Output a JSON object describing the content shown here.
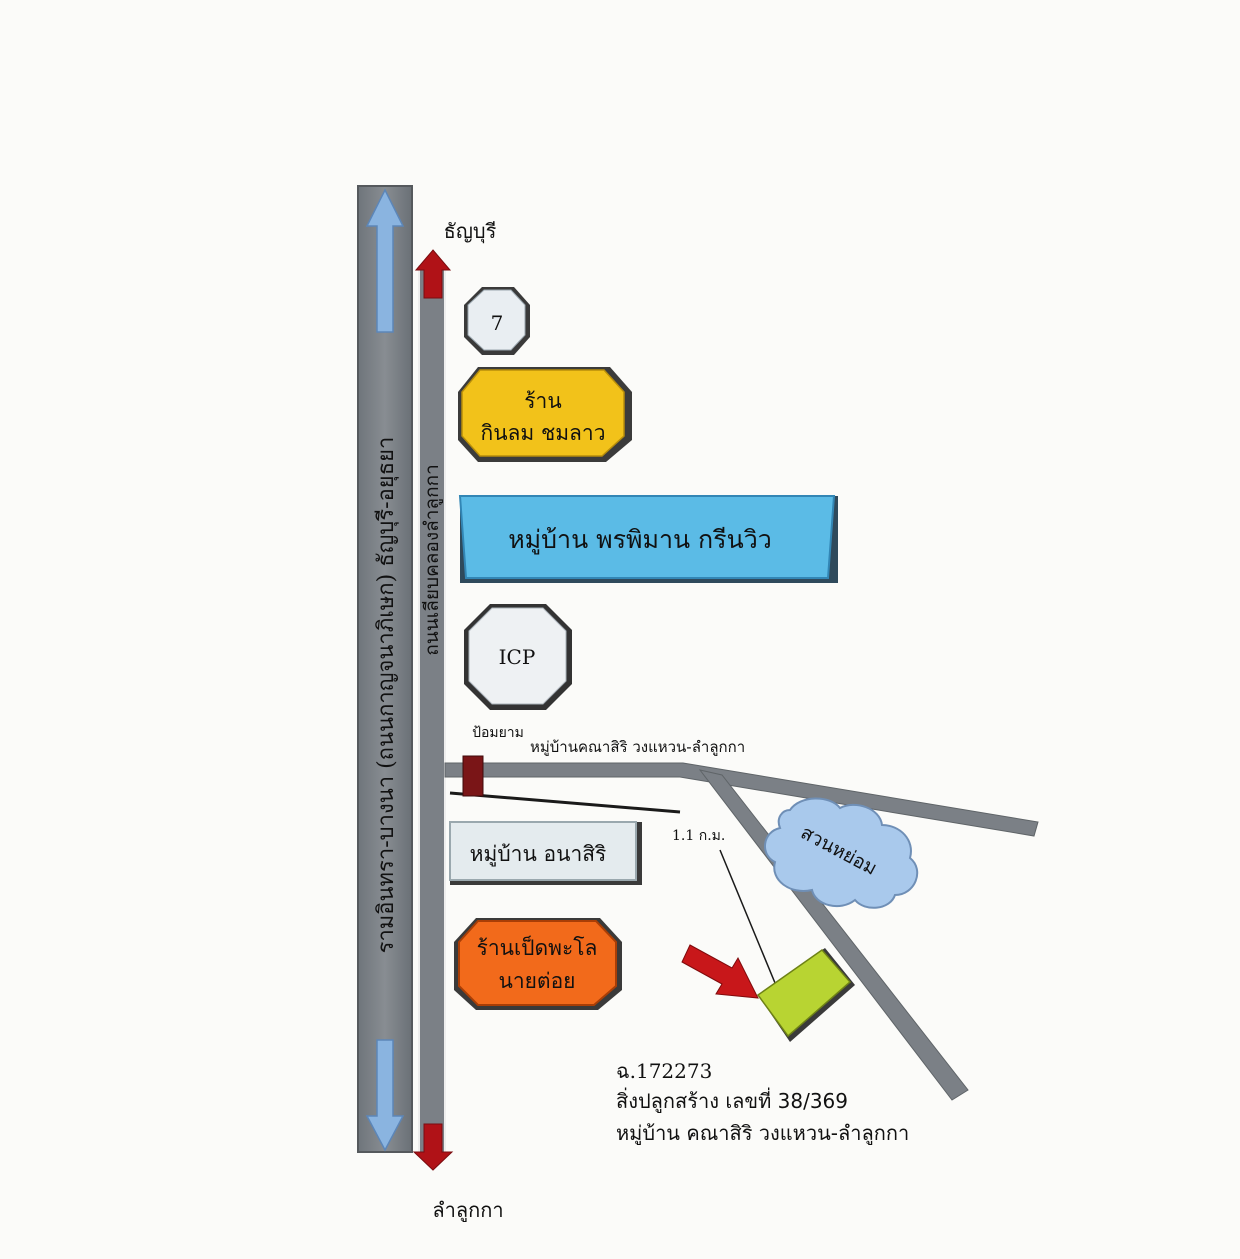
{
  "roads": {
    "highway_label": "รามอินทรา-บางนา (ถนนกาญจนาภิเษก)  ธัญบุรี-อยุธยา",
    "local_road_label": "ถนนเลียบคลองลำลูกกา",
    "north_label": "ธัญบุรี",
    "south_label": "ลำลูกกา",
    "side_road_label": "หมู่บ้านคณาสิริ วงแหวน-ลำลูกกา",
    "distance_label": "1.1 ก.ม."
  },
  "landmarks": {
    "seven_eleven": "7",
    "restaurant_1_line1": "ร้าน",
    "restaurant_1_line2": "กินลม ชมลาว",
    "village_1": "หมู่บ้าน พรพิมาน กรีนวิว",
    "icp": "ICP",
    "gas_station": "ป้อมยาม",
    "village_2": "หมู่บ้าน อนาสิริ",
    "restaurant_2_line1": "ร้านเป็ดพะโล",
    "restaurant_2_line2": "นายต่อย",
    "park": "สวนหย่อม"
  },
  "property": {
    "line1": "ฉ.172273",
    "line2": "สิ่งปลูกสร้าง เลขที่ 38/369",
    "line3": "หมู่บ้าน คณาสิริ วงแหวน-ลำลูกกา"
  },
  "colors": {
    "road_gray": "#7a7f84",
    "highway_arrow": "#8ab4e0",
    "red_arrow": "#b01217",
    "yellow_box": "#f2c21a",
    "blue_box": "#5bbbe6",
    "orange_box": "#f26a1b",
    "target_lot": "#b8d432",
    "park_blue": "#a9c9ec"
  }
}
